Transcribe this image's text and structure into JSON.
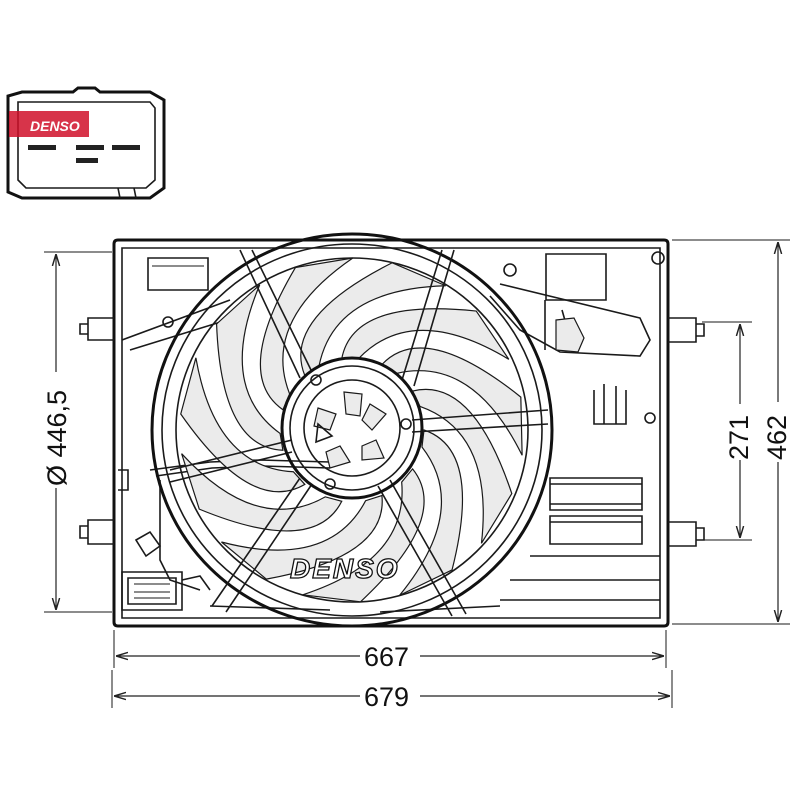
{
  "brand": {
    "name": "DENSO"
  },
  "dimensions": {
    "fan_diameter": "Ø 446,5",
    "mount_spacing": "271",
    "overall_height": "462",
    "inner_width": "667",
    "overall_width": "679"
  },
  "colors": {
    "brand_red": "#d0102a",
    "line": "#1a1a1a",
    "shroud_fill": "#ebebeb"
  }
}
